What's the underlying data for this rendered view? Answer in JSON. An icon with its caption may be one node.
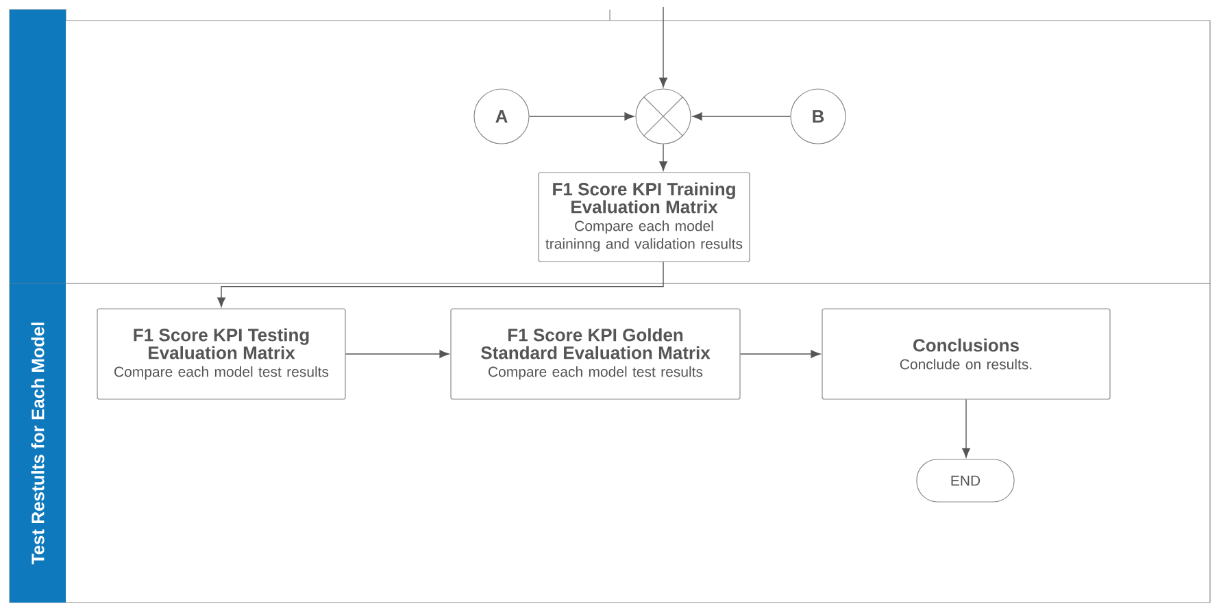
{
  "diagram": {
    "nodes": [
      {
        "text": [
          "A"
        ]
      },
      {
        "text": [],
        "shape": "circle"
      },
      {
        "text": [
          "B"
        ]
      },
      {
        "text": [
          "F1 Score KPI Training Evaluation Matrix",
          "Compare each model traininng and validation results"
        ]
      },
      {
        "text": [
          "Test Restults for Each Model"
        ]
      },
      {
        "text": [
          "F1 Score KPI Testing Evaluation Matrix",
          "Compare each model test results"
        ],
        "in": 4
      },
      {
        "text": [
          "F1 Score KPI Golden Standard Evaluation Matrix",
          "Compare each model test  results"
        ],
        "in": 4
      },
      {
        "text": [
          "Conclusions",
          "Conclude on results."
        ],
        "in": 4
      },
      {
        "text": [
          "END"
        ],
        "in": 4
      }
    ],
    "edges": [
      {
        "from": null,
        "to": 1,
        "arrow": "to"
      },
      {
        "from": 0,
        "to": 1,
        "arrow": "to"
      },
      {
        "from": 2,
        "to": 1,
        "arrow": "to"
      },
      {
        "from": 1,
        "to": 3,
        "arrow": "to"
      },
      {
        "from": 3,
        "to": 5,
        "arrow": "to"
      },
      {
        "from": 5,
        "to": 6,
        "arrow": "to"
      },
      {
        "from": 6,
        "to": 7,
        "arrow": "to"
      },
      {
        "from": 7,
        "to": 8,
        "arrow": "to"
      }
    ]
  }
}
